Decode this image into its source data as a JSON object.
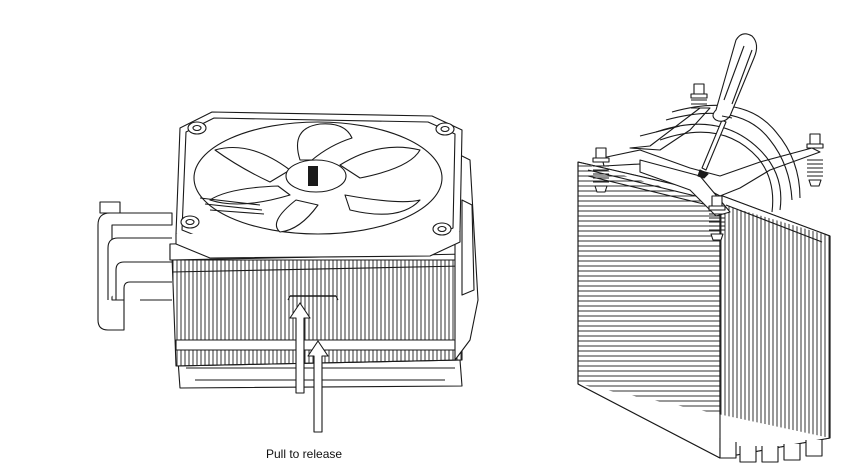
{
  "caption": "Pull to release",
  "colors": {
    "line": "#1a1a1a",
    "fill": "#ffffff",
    "shade": "#dcdcdc"
  },
  "icons": [
    "cooler-with-fan-illustration",
    "screwdriver-icon",
    "heatsink-illustration"
  ]
}
